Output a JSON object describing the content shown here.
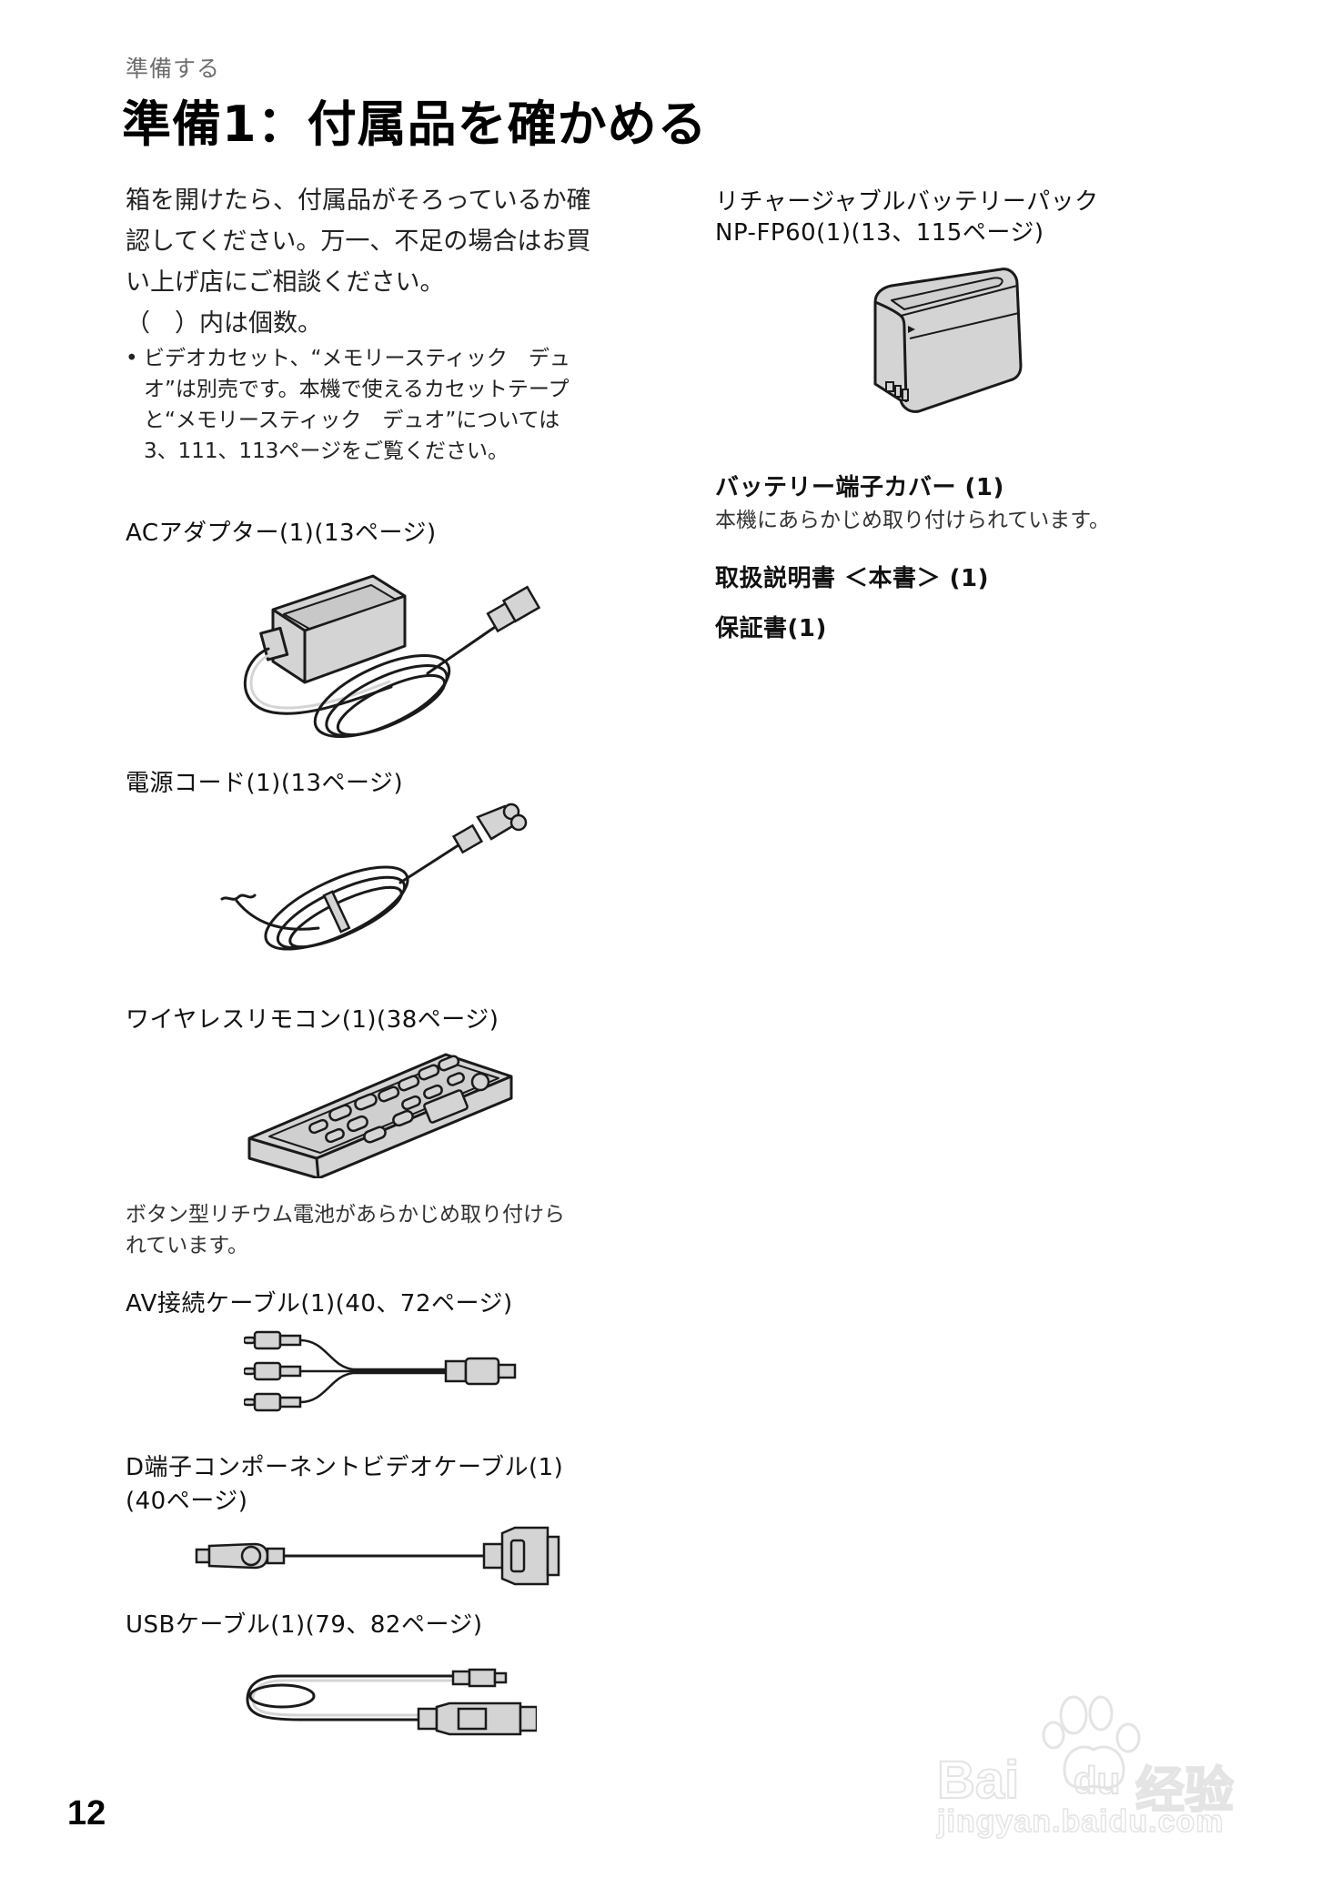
{
  "header": {
    "section_label": "準備する",
    "page_title": "準備1：付属品を確かめる"
  },
  "intro": {
    "lines": [
      "箱を開けたら、付属品がそろっているか確",
      "認してください。万一、不足の場合はお買",
      "い上げ店にご相談ください。",
      "（　）内は個数。"
    ]
  },
  "note": {
    "bullet": "•",
    "lines": [
      "ビデオカセット、“メモリースティック　デュ",
      "オ”は別売です。本機で使えるカセットテープ",
      "と“メモリースティック　デュオ”については",
      "3、111、113ページをご覧ください。"
    ]
  },
  "left_column": {
    "items": [
      {
        "title": "ACアダプター(1)(13ページ)",
        "icon": "ac-adapter-illustration"
      },
      {
        "title": "電源コード(1)(13ページ)",
        "icon": "power-cord-illustration"
      },
      {
        "title": "ワイヤレスリモコン(1)(38ページ)",
        "icon": "wireless-remote-illustration",
        "note_lines": [
          "ボタン型リチウム電池があらかじめ取り付けら",
          "れています。"
        ]
      },
      {
        "title": "AV接続ケーブル(1)(40、72ページ)",
        "icon": "av-cable-illustration"
      },
      {
        "title_lines": [
          "D端子コンポーネントビデオケーブル(1)",
          "(40ページ)"
        ],
        "icon": "d-terminal-cable-illustration"
      },
      {
        "title": "USBケーブル(1)(79、82ページ)",
        "icon": "usb-cable-illustration"
      }
    ]
  },
  "right_column": {
    "items": [
      {
        "title_lines": [
          "リチャージャブルバッテリーパック",
          "NP-FP60(1)(13、115ページ)"
        ],
        "icon": "battery-pack-illustration"
      },
      {
        "title": "バッテリー端子カバー (1)",
        "note": "本機にあらかじめ取り付けられています。"
      },
      {
        "title": "取扱説明書 ＜本書＞ (1)"
      },
      {
        "title": "保証書(1)"
      }
    ]
  },
  "footer": {
    "page_number": "12"
  },
  "watermark": {
    "brand_latin_1": "Bai",
    "brand_latin_2": "du",
    "brand_cjk": "经验",
    "url": "jingyan.baidu.com"
  },
  "colors": {
    "text": "#111111",
    "section_label": "#6d6d6d",
    "illustration_fill": "#d4d4d4",
    "illustration_stroke": "#1a1a1a",
    "watermark": "#d8d8d8"
  }
}
